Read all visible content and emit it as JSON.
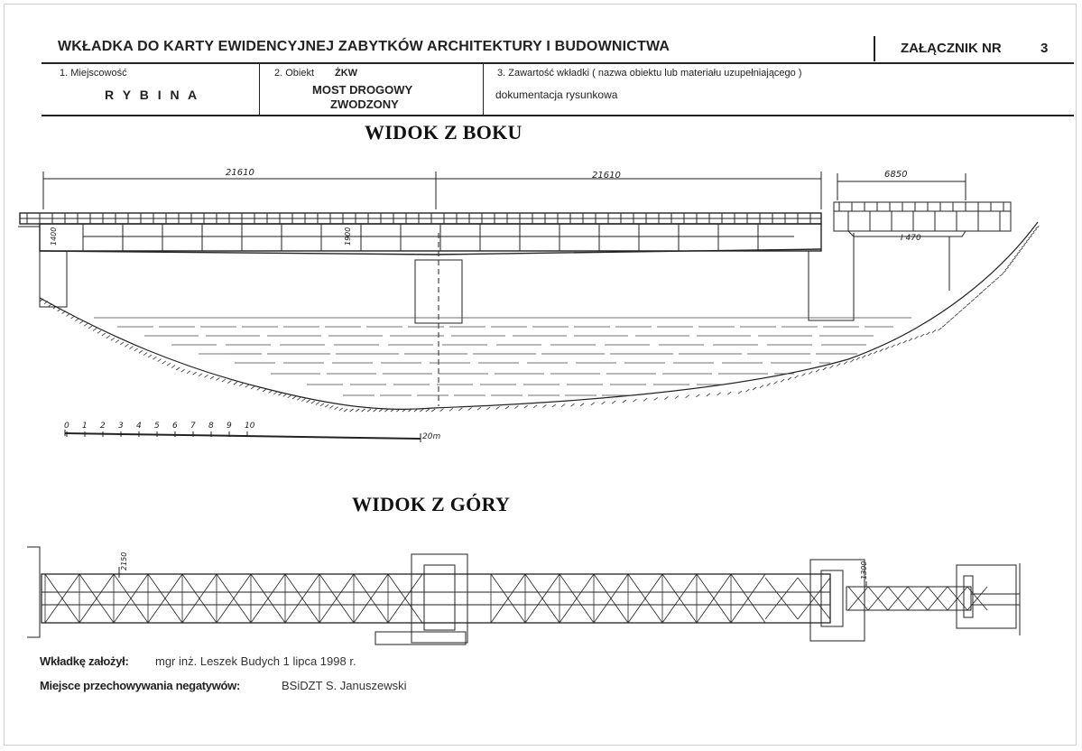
{
  "header": {
    "title": "WKŁADKA DO KARTY EWIDENCYJNEJ ZABYTKÓW ARCHITEKTURY I BUDOWNICTWA",
    "annex_label": "ZAŁĄCZNIK NR",
    "annex_number": "3"
  },
  "fields": {
    "locality_label": "1. Miejscowość",
    "locality_value": "R Y B I N A",
    "object_label": "2. Obiekt",
    "object_code": "ŻKW",
    "object_value_line1": "MOST DROGOWY",
    "object_value_line2": "ZWODZONY",
    "content_label": "3. Zawartość wkładki ( nazwa obiektu lub materiału uzupełniającego )",
    "content_value": "dokumentacja rysunkowa"
  },
  "side_view": {
    "title": "WIDOK Z BOKU",
    "dim_left": "21610",
    "dim_right": "21610",
    "dim_span": "6850",
    "label_height_left": "1400",
    "label_height_mid": "1900",
    "label_beam": "I 470",
    "scale_ticks": [
      "0",
      "1",
      "2",
      "3",
      "4",
      "5",
      "6",
      "7",
      "8",
      "9",
      "10"
    ],
    "scale_end": "20m"
  },
  "top_view": {
    "title": "WIDOK Z GÓRY",
    "label_width": "2150",
    "label_width_small": "1300"
  },
  "footer": {
    "author_label": "Wkładkę założył:",
    "author_value": "mgr inż. Leszek Budych 1 lipca 1998 r.",
    "storage_label": "Miejsce przechowywania negatywów:",
    "storage_value": "BSiDZT  S. Januszewski"
  },
  "colors": {
    "ink": "#222222",
    "paper": "#ffffff"
  }
}
